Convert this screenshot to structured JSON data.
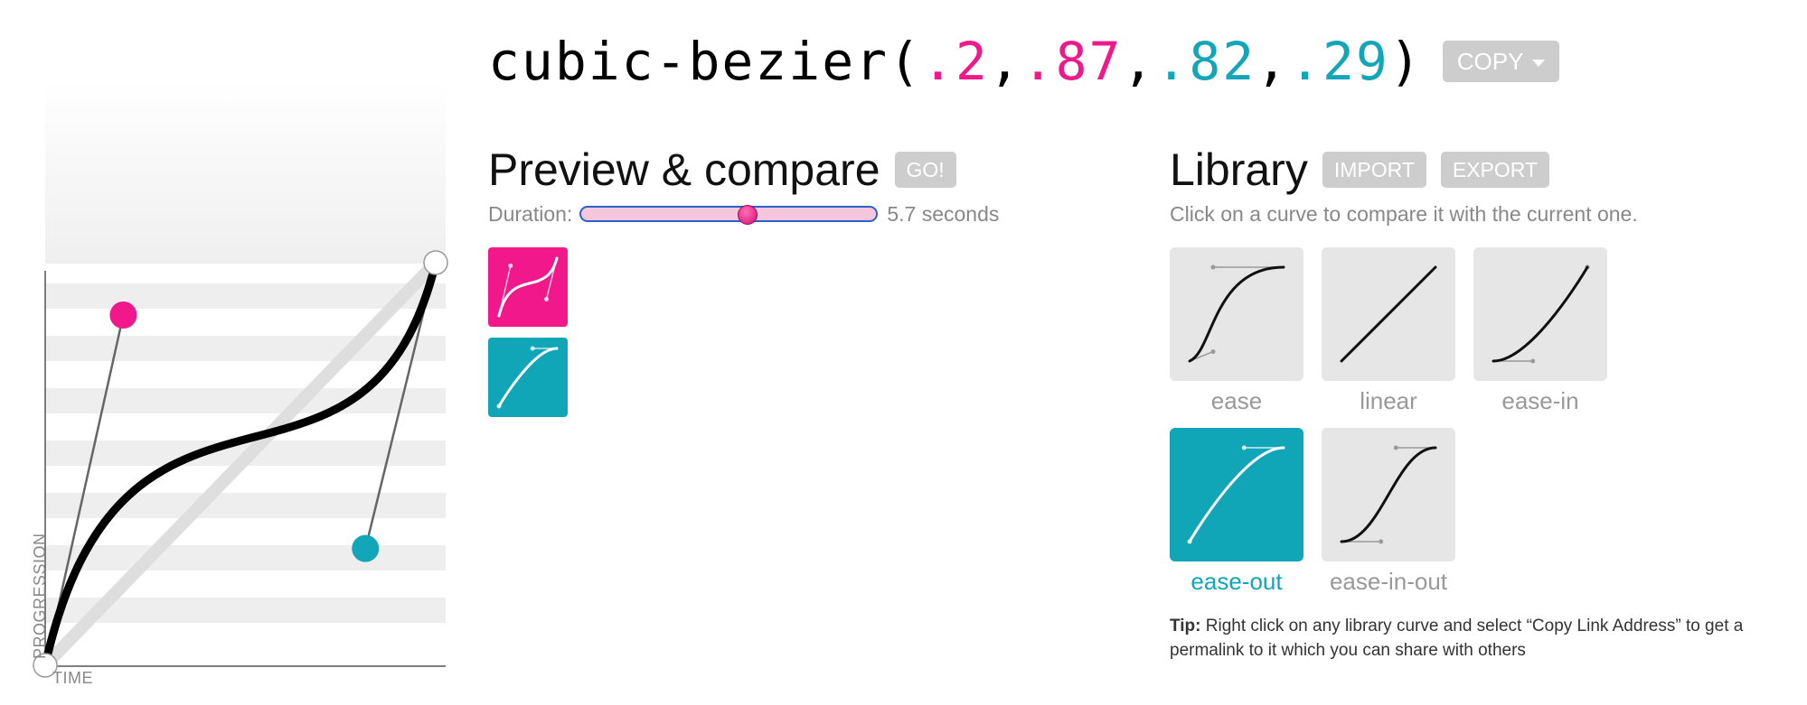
{
  "header": {
    "func_name": "cubic-bezier(",
    "p1x": ".2",
    "p1y": ".87",
    "p2x": ".82",
    "p2y": ".29",
    "comma": ",",
    "close_paren": ")",
    "copy_label": "COPY"
  },
  "editor": {
    "time_label": "TIME",
    "progression_label": "PROGRESSION",
    "curve": [
      0.2,
      0.87,
      0.82,
      0.29
    ]
  },
  "preview": {
    "title": "Preview & compare",
    "go_label": "GO!",
    "duration_label": "Duration:",
    "duration_text": "5.7 seconds",
    "duration_seconds": 5.7,
    "slider_fraction": 0.56
  },
  "library": {
    "title": "Library",
    "import_label": "IMPORT",
    "export_label": "EXPORT",
    "description": "Click on a curve to compare it with the current one.",
    "items": [
      {
        "name": "ease",
        "curve": [
          0.25,
          0.1,
          0.25,
          1
        ]
      },
      {
        "name": "linear",
        "curve": [
          0,
          0,
          1,
          1
        ]
      },
      {
        "name": "ease-in",
        "curve": [
          0.42,
          0,
          1,
          1
        ]
      },
      {
        "name": "ease-out",
        "curve": [
          0,
          0,
          0.58,
          1
        ],
        "selected": true
      },
      {
        "name": "ease-in-out",
        "curve": [
          0.42,
          0,
          0.58,
          1
        ]
      }
    ],
    "tip_bold": "Tip:",
    "tip_text": " Right click on any library curve and select “Copy Link Address” to get a permalink to it which you can share with others"
  },
  "colors": {
    "p1": "#f0188a",
    "p2": "#12a6b8",
    "button_bg": "#cdcdcd",
    "tile_bg": "#e6e6e6"
  }
}
